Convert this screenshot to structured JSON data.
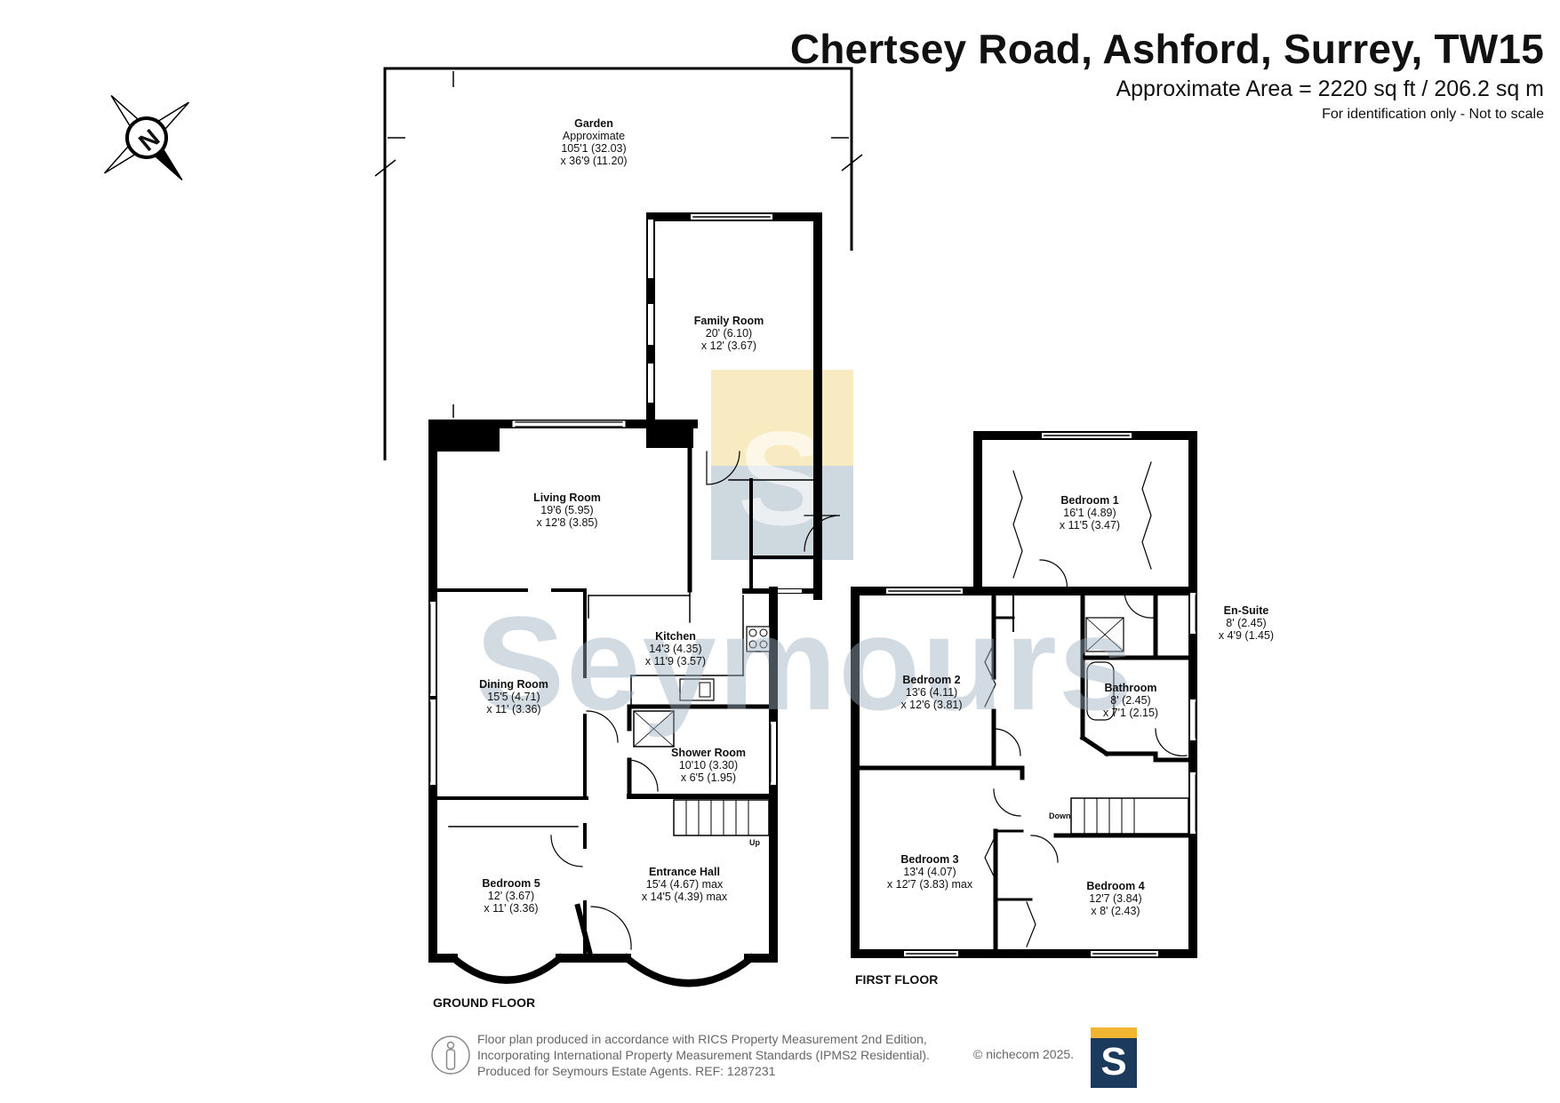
{
  "header": {
    "title": "Chertsey Road, Ashford, Surrey, TW15",
    "area": "Approximate Area = 2220 sq ft / 206.2 sq m",
    "disclaimer": "For identification only - Not to scale"
  },
  "rooms": [
    {
      "name": "Garden",
      "lines": [
        "Approximate",
        "105'1 (32.03)",
        "x 36'9 (11.20)"
      ]
    },
    {
      "name": "Family Room",
      "lines": [
        "20' (6.10)",
        "x 12' (3.67)"
      ]
    },
    {
      "name": "Living Room",
      "lines": [
        "19'6 (5.95)",
        "x 12'8 (3.85)"
      ]
    },
    {
      "name": "Kitchen",
      "lines": [
        "14'3 (4.35)",
        "x 11'9 (3.57)"
      ]
    },
    {
      "name": "Dining Room",
      "lines": [
        "15'5 (4.71)",
        "x 11' (3.36)"
      ]
    },
    {
      "name": "Shower Room",
      "lines": [
        "10'10 (3.30)",
        "x 6'5 (1.95)"
      ]
    },
    {
      "name": "Bedroom 5",
      "lines": [
        "12' (3.67)",
        "x 11' (3.36)"
      ]
    },
    {
      "name": "Entrance Hall",
      "lines": [
        "15'4 (4.67) max",
        "x 14'5 (4.39) max"
      ]
    },
    {
      "name": "Bedroom 1",
      "lines": [
        "16'1 (4.89)",
        "x 11'5 (3.47)"
      ]
    },
    {
      "name": "En-Suite",
      "lines": [
        "8' (2.45)",
        "x 4'9 (1.45)"
      ]
    },
    {
      "name": "Bedroom 2",
      "lines": [
        "13'6 (4.11)",
        "x 12'6 (3.81)"
      ]
    },
    {
      "name": "Bathroom",
      "lines": [
        "8' (2.45)",
        "x 7'1 (2.15)"
      ]
    },
    {
      "name": "Bedroom 3",
      "lines": [
        "13'4 (4.07)",
        "x 12'7 (3.83) max"
      ]
    },
    {
      "name": "Bedroom 4",
      "lines": [
        "12'7 (3.84)",
        "x 8' (2.43)"
      ]
    }
  ],
  "floors": {
    "ground": "GROUND FLOOR",
    "first": "FIRST FLOOR"
  },
  "stairs": {
    "up": "Up",
    "down": "Down"
  },
  "compass": {
    "letter": "N"
  },
  "watermark": "Seymours",
  "footer": {
    "line1": "Floor plan produced in accordance with RICS Property Measurement 2nd Edition,",
    "line2": "Incorporating International Property Measurement Standards (IPMS2 Residential).",
    "line3": "Produced for Seymours Estate Agents.   REF: 1287231",
    "copyright": "© nichecom 2025.",
    "logo_letter": "S"
  },
  "colors": {
    "wall": "#000000",
    "logo_bg": "#1b3a5c",
    "logo_accent": "#f2b531",
    "watermark_yellow": "#f7e3a6",
    "watermark_blue": "#b9c7d2"
  }
}
